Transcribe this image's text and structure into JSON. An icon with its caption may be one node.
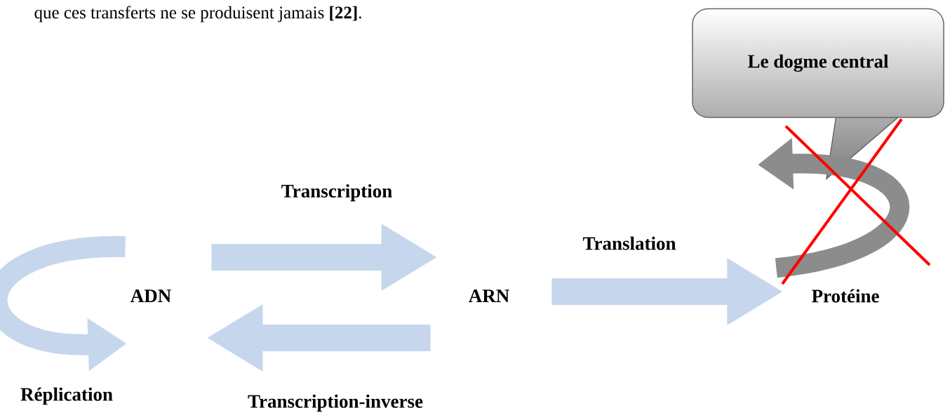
{
  "diagram": {
    "nodes": [
      {
        "text": [
          "ADN"
        ]
      },
      {
        "text": [
          "ARN"
        ]
      },
      {
        "text": [
          "Protéine"
        ]
      },
      {
        "text": [
          "Le dogme central"
        ]
      }
    ],
    "edges": [
      {
        "from": 0,
        "to": 0,
        "arrow": "to",
        "label": "Réplication"
      },
      {
        "from": 0,
        "to": 1,
        "arrow": "to",
        "label": "Transcription"
      },
      {
        "from": 1,
        "to": 0,
        "arrow": "to",
        "label": "Transcription-inverse"
      },
      {
        "from": 1,
        "to": 2,
        "arrow": "to",
        "label": "Translation"
      },
      {
        "from": 2,
        "to": null,
        "arrow": "to",
        "color": "#8c8c8c"
      }
    ],
    "labels": [
      "que ces transferts ne se produisent jamais **[22]**."
    ]
  }
}
